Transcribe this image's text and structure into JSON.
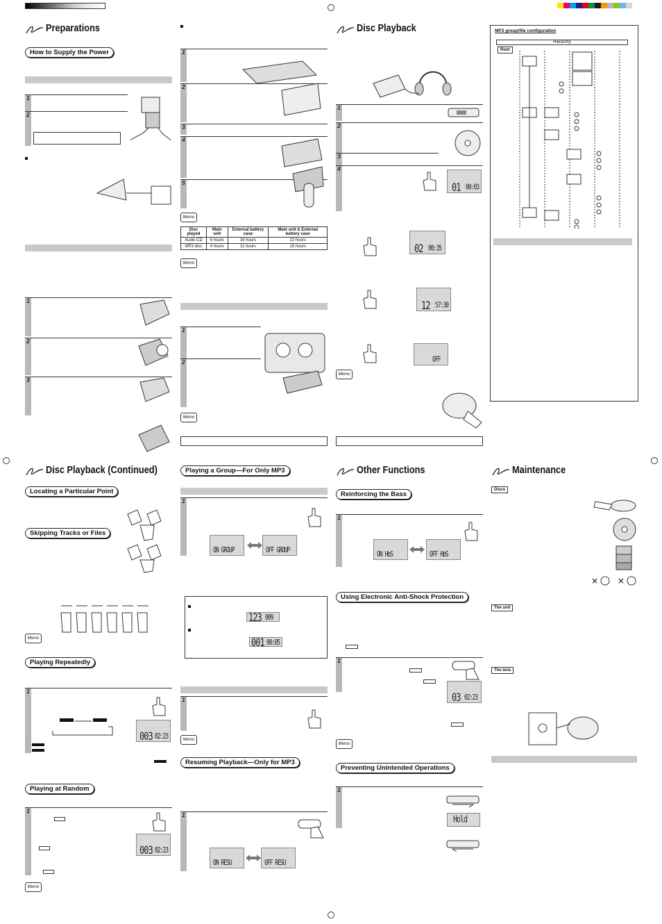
{
  "sections": {
    "preparations": "Preparations",
    "disc_playback": "Disc Playback",
    "disc_playback_cont": "Disc Playback (Continued)",
    "other_functions": "Other Functions",
    "maintenance": "Maintenance"
  },
  "subheads": {
    "supply_power": "How to Supply the Power",
    "locating": "Locating a Particular Point",
    "skipping": "Skipping Tracks or Files",
    "repeat": "Playing Repeatedly",
    "random": "Playing at Random",
    "group": "Playing a Group—For Only MP3",
    "resume": "Resuming Playback—Only for MP3",
    "bass": "Reinforcing the Bass",
    "antishock": "Using Electronic Anti-Shock Protection",
    "prevent": "Preventing Unintended Operations"
  },
  "step_numbers": [
    "1",
    "2",
    "3",
    "4",
    "5"
  ],
  "mp3_config": {
    "title": "MP3 group/file configuration",
    "hierarchy": "Hierarchy",
    "root": "Root"
  },
  "battery_table": {
    "headers": [
      "Disc played",
      "Main unit",
      "External battery case",
      "Main unit & External battery case"
    ],
    "rows": [
      [
        "Audio CD",
        "6 hours",
        "16 hours",
        "22 hours"
      ],
      [
        "MP3 disc",
        "4 hours",
        "11 hours",
        "15 hours"
      ]
    ]
  },
  "lcd": {
    "track1": "01",
    "time1": "00:03",
    "track2": "02",
    "time2": "00:35",
    "track3": "12",
    "time3": "57:30",
    "off": "OFF",
    "group_on": "ON GROUP",
    "group_off": "OFF GROUP",
    "grp1": "123",
    "grp1b": "009",
    "grp2": "001",
    "grp2b": "00:05",
    "repeat_trk": "003",
    "repeat_time": "02:23",
    "random_trk": "003",
    "random_time": "02:23",
    "resume_on": "ON RESU",
    "resume_off": "OFF RESU",
    "bass_on": "ON HbS",
    "bass_off": "OFF HbS",
    "eas_trk": "03",
    "eas_time": "02:23",
    "hold": "Hold"
  },
  "maint_labels": {
    "discs": "Discs",
    "unit": "The unit",
    "lens": "The lens"
  },
  "memo": "Memo",
  "colors": {
    "bar_gray": "#c9c9c9",
    "step_gray": "#b8b8b8",
    "swatches": [
      "#ffe600",
      "#e8007d",
      "#00a0e9",
      "#1d2088",
      "#e60012",
      "#009944",
      "#231815",
      "#f39800",
      "#b5b5b6",
      "#8fc31f",
      "#6ab4e8",
      "#d6d6d6"
    ]
  }
}
